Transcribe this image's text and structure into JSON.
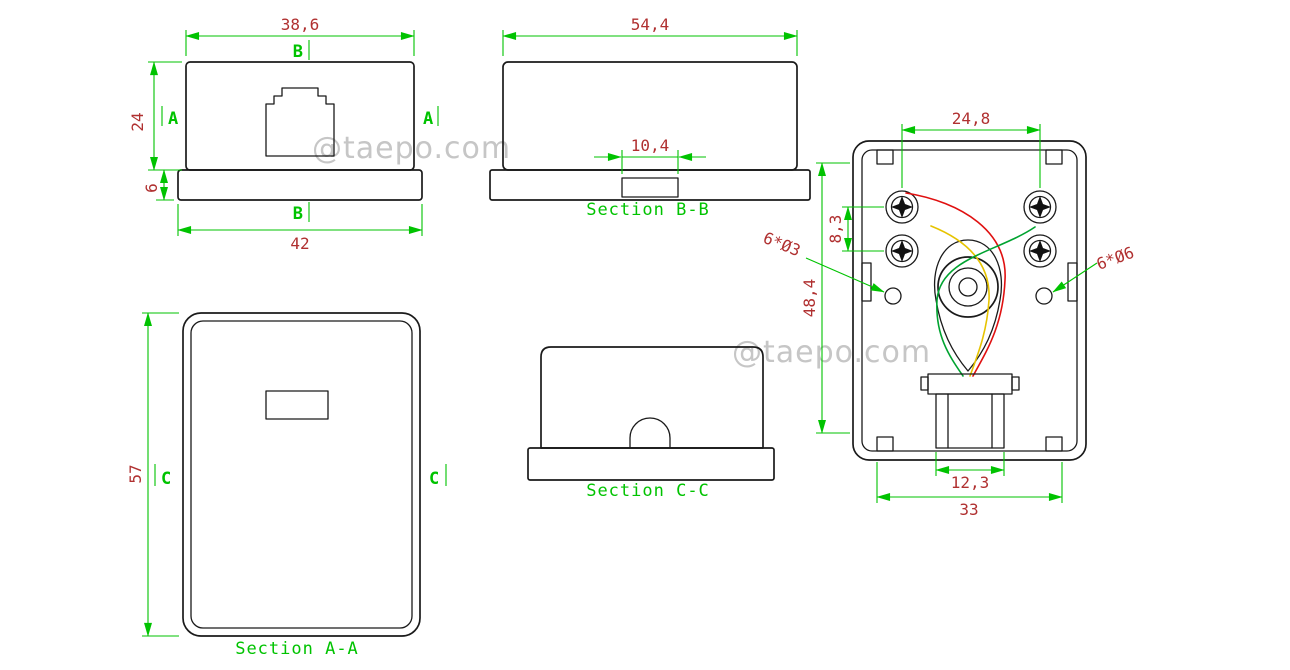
{
  "watermark": {
    "text": "@taepo.com"
  },
  "front": {
    "dim_width_top": "38,6",
    "dim_width_bottom": "42",
    "dim_height": "24",
    "dim_flange_height": "6",
    "marker_b_top": "B",
    "marker_b_bottom": "B",
    "marker_a_left": "A",
    "marker_a_right": "A"
  },
  "section_bb": {
    "dim_width": "54,4",
    "dim_slot_width": "10,4",
    "label": "Section B-B"
  },
  "section_aa": {
    "dim_height": "57",
    "marker_c_left": "C",
    "marker_c_right": "C",
    "label": "Section A-A"
  },
  "section_cc": {
    "label": "Section C-C"
  },
  "internal": {
    "dim_screw_spacing": "24,8",
    "dim_screw_row_gap": "8,3",
    "dim_inner_height": "48,4",
    "callout_small_holes": "6*Ø3",
    "callout_large_holes": "6*Ø6",
    "dim_connector_width": "12,3",
    "dim_mount_width": "33"
  },
  "colors": {
    "line_black": "#1a1a1a",
    "dim_green": "#00c300",
    "text_red": "#b03030",
    "watermark_gray": "#c6c6c6",
    "wire_red": "#e01010",
    "wire_yellow": "#e6c300",
    "wire_green": "#00a330"
  }
}
